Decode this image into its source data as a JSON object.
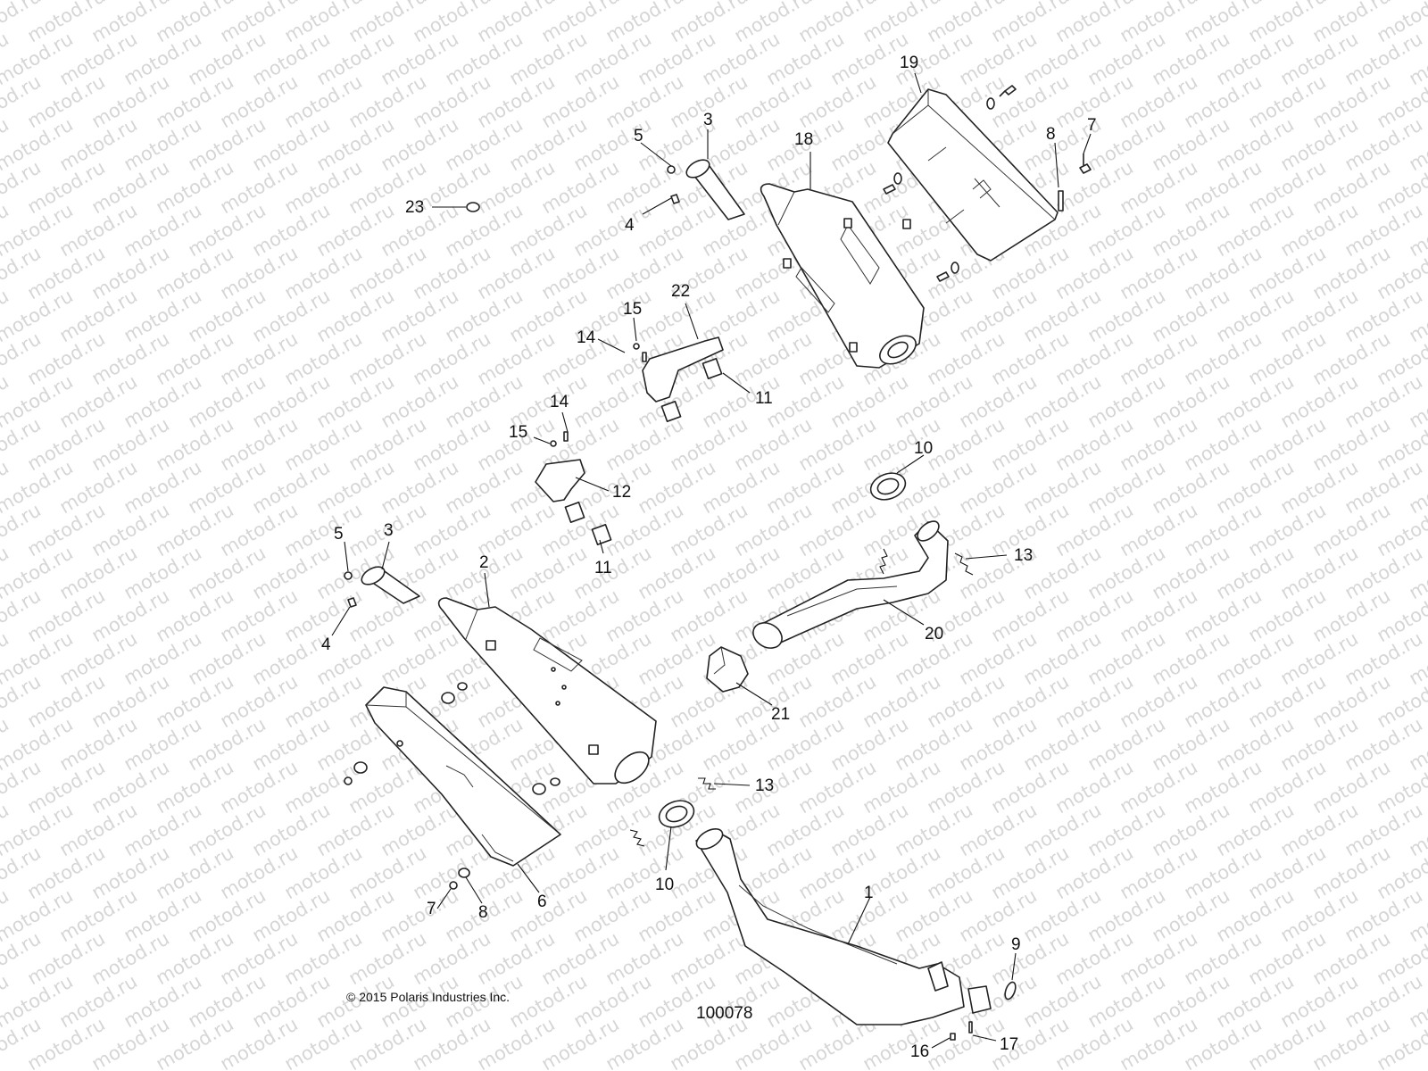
{
  "watermark": "motod.ru",
  "copyright": "© 2015 Polaris Industries Inc.",
  "reference_number": "100078",
  "callouts": [
    {
      "id": "c19",
      "label": "19"
    },
    {
      "id": "c18",
      "label": "18"
    },
    {
      "id": "c3-top",
      "label": "3"
    },
    {
      "id": "c5-top",
      "label": "5"
    },
    {
      "id": "c4-top",
      "label": "4"
    },
    {
      "id": "c23",
      "label": "23"
    },
    {
      "id": "c8-top",
      "label": "8"
    },
    {
      "id": "c7-top",
      "label": "7"
    },
    {
      "id": "c22",
      "label": "22"
    },
    {
      "id": "c15-top",
      "label": "15"
    },
    {
      "id": "c14-top",
      "label": "14"
    },
    {
      "id": "c11-top",
      "label": "11"
    },
    {
      "id": "c14-mid",
      "label": "14"
    },
    {
      "id": "c15-mid",
      "label": "15"
    },
    {
      "id": "c12",
      "label": "12"
    },
    {
      "id": "c11-mid",
      "label": "11"
    },
    {
      "id": "c10-top",
      "label": "10"
    },
    {
      "id": "c13-top",
      "label": "13"
    },
    {
      "id": "c20",
      "label": "20"
    },
    {
      "id": "c21",
      "label": "21"
    },
    {
      "id": "c5-left",
      "label": "5"
    },
    {
      "id": "c3-left",
      "label": "3"
    },
    {
      "id": "c4-left",
      "label": "4"
    },
    {
      "id": "c2",
      "label": "2"
    },
    {
      "id": "c13-bottom",
      "label": "13"
    },
    {
      "id": "c10-bottom",
      "label": "10"
    },
    {
      "id": "c1",
      "label": "1"
    },
    {
      "id": "c9",
      "label": "9"
    },
    {
      "id": "c7-bottom",
      "label": "7"
    },
    {
      "id": "c8-bottom",
      "label": "8"
    },
    {
      "id": "c6",
      "label": "6"
    },
    {
      "id": "c16",
      "label": "16"
    },
    {
      "id": "c17",
      "label": "17"
    }
  ]
}
